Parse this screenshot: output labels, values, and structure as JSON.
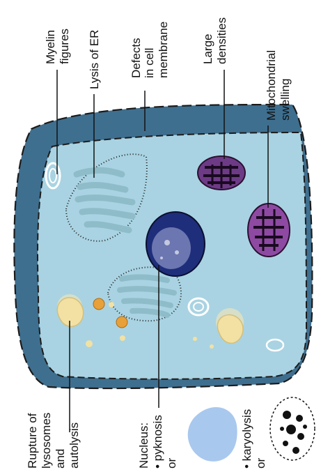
{
  "labels": {
    "myelin_1": "Myelin",
    "myelin_2": "figures",
    "lysis_er": "Lysis of ER",
    "defects_1": "Defects",
    "defects_2": "in cell",
    "defects_3": "membrane",
    "large_1": "Large",
    "large_2": "densities",
    "mito_1": "Mitochondrial",
    "mito_2": "swelling",
    "rupture_1": "Rupture of",
    "rupture_2": "lysosomes",
    "rupture_3": "and",
    "rupture_4": "autolysis",
    "nucleus_1": "Nucleus:",
    "nucleus_2": "• pyknosis",
    "nucleus_3": "or",
    "karyo_1": "• karyolysis",
    "karyo_2": "or"
  },
  "colors": {
    "outer_cell": "#3f6f8f",
    "inner_cytoplasm": "#a9d3e2",
    "organelle": "#8fbcc9",
    "mito": "#6d3b86",
    "nucleus": "#1f2e7a",
    "blob": "#f2e1a3",
    "empty_nucleus": "#a9c8ee"
  }
}
